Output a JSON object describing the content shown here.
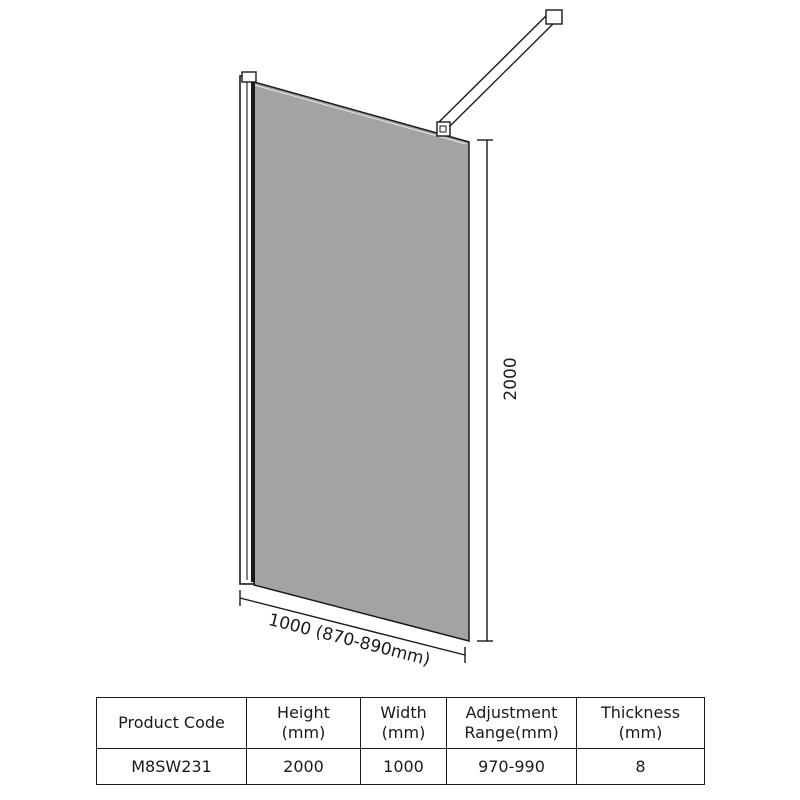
{
  "drawing": {
    "height_dimension": "2000",
    "width_dimension": "1000 (870-890mm)"
  },
  "table": {
    "headers": {
      "product_code": "Product Code",
      "height_line1": "Height",
      "height_line2": "(mm)",
      "width_line1": "Width",
      "width_line2": "(mm)",
      "adjustment_line1": "Adjustment",
      "adjustment_line2": "Range(mm)",
      "thickness_line1": "Thickness",
      "thickness_line2": "(mm)"
    },
    "row": {
      "product_code": "M8SW231",
      "height": "2000",
      "width": "1000",
      "adjustment_range": "970-990",
      "thickness": "8"
    }
  },
  "colors": {
    "glass": "#a3a3a3",
    "line": "#1a1a1a"
  }
}
